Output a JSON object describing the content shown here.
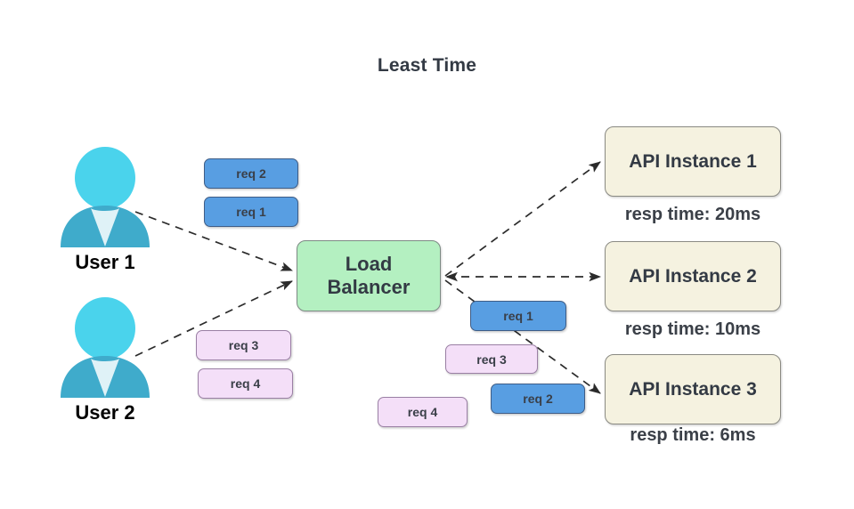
{
  "diagram": {
    "title": "Least Time",
    "background_color": "#ffffff"
  },
  "actors": [
    {
      "id": "user-1",
      "label": "User 1",
      "head_color": "#4ad3ec",
      "body_color": "#3fabcb",
      "collar_color": "#dff2f7"
    },
    {
      "id": "user-2",
      "label": "User 2",
      "head_color": "#4ad3ec",
      "body_color": "#3fabcb",
      "collar_color": "#dff2f7"
    }
  ],
  "load_balancer": {
    "label_line_1": "Load",
    "label_line_2": "Balancer",
    "fill_color": "#b4f0c1",
    "border_color": "#7d8a84"
  },
  "api_instances": [
    {
      "id": "api-1",
      "label": "API Instance 1",
      "resp_time": "resp time: 20ms",
      "fill_color": "#f5f2e0",
      "border_color": "#8a8a83"
    },
    {
      "id": "api-2",
      "label": "API Instance 2",
      "resp_time": "resp time: 10ms",
      "fill_color": "#f5f2e0",
      "border_color": "#8a8a83"
    },
    {
      "id": "api-3",
      "label": "API Instance 3",
      "resp_time": "resp time: 6ms",
      "fill_color": "#f5f2e0",
      "border_color": "#8a8a83"
    }
  ],
  "request_chips": {
    "queued_user_1": [
      {
        "id": "u1-req2",
        "label": "req 2",
        "color": "blue"
      },
      {
        "id": "u1-req1",
        "label": "req 1",
        "color": "blue"
      }
    ],
    "queued_user_2": [
      {
        "id": "u2-req3",
        "label": "req 3",
        "color": "pink"
      },
      {
        "id": "u2-req4",
        "label": "req 4",
        "color": "pink"
      }
    ],
    "in_flight": [
      {
        "id": "f-req1",
        "label": "req 1",
        "color": "blue"
      },
      {
        "id": "f-req3",
        "label": "req 3",
        "color": "pink"
      },
      {
        "id": "f-req2",
        "label": "req 2",
        "color": "blue"
      },
      {
        "id": "f-req4",
        "label": "req 4",
        "color": "pink"
      }
    ]
  },
  "colors": {
    "request_blue_fill": "#589ee2",
    "request_blue_border": "#3f5d86",
    "request_pink_fill": "#f4dff8",
    "request_pink_border": "#9a7fa4",
    "edge_color": "#2b2b2b",
    "text_dark": "#333a44"
  },
  "edges": [
    {
      "from": "user-1",
      "to": "load-balancer",
      "style": "dashed",
      "arrow": "end"
    },
    {
      "from": "user-2",
      "to": "load-balancer",
      "style": "dashed",
      "arrow": "end"
    },
    {
      "from": "load-balancer",
      "to": "api-1",
      "style": "dashed",
      "arrow": "end"
    },
    {
      "from": "load-balancer",
      "to": "api-2",
      "style": "dashed",
      "arrow": "both"
    },
    {
      "from": "load-balancer",
      "to": "api-3",
      "style": "dashed",
      "arrow": "end"
    }
  ]
}
